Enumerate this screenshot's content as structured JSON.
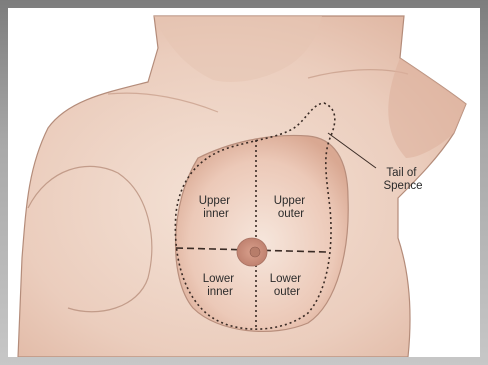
{
  "diagram": {
    "quadrants": {
      "upper_inner": [
        "Upper",
        "inner"
      ],
      "upper_outer": [
        "Upper",
        "outer"
      ],
      "lower_inner": [
        "Lower",
        "inner"
      ],
      "lower_outer": [
        "Lower",
        "outer"
      ]
    },
    "tail_label": [
      "Tail of",
      "Spence"
    ]
  },
  "colors": {
    "skin_light": "#f2ddd0",
    "skin_mid": "#e7c3b1",
    "skin_shadow": "#cfa08a",
    "outline": "#9c7868",
    "dotted_line": "#3a2b25",
    "areola": "#c98f7a",
    "label_text": "#2b2b2b"
  }
}
